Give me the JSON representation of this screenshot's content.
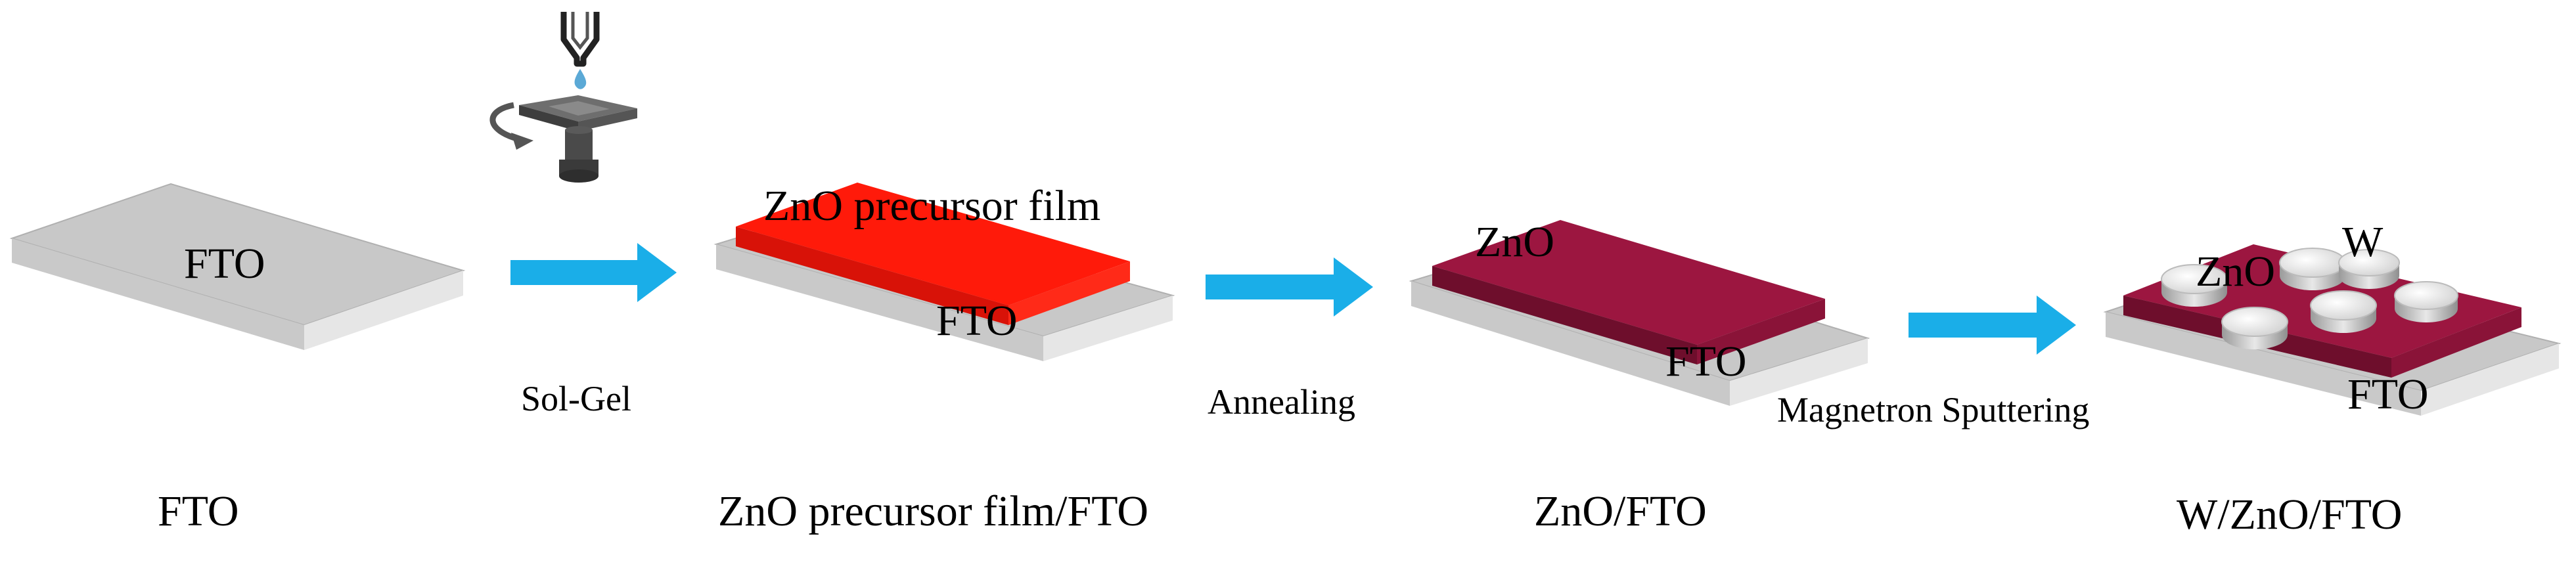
{
  "stages": [
    {
      "caption": "FTO",
      "layer_labels": [
        "FTO"
      ]
    },
    {
      "caption": "ZnO precursor film/FTO",
      "layer_labels": [
        "ZnO precursor film",
        "FTO"
      ]
    },
    {
      "caption": "ZnO/FTO",
      "layer_labels": [
        "ZnO",
        "FTO"
      ]
    },
    {
      "caption": "W/ZnO/FTO",
      "layer_labels": [
        "ZnO",
        "W",
        "FTO"
      ]
    }
  ],
  "steps": [
    {
      "label": "Sol-Gel"
    },
    {
      "label": "Annealing"
    },
    {
      "label": "Magnetron Sputtering"
    }
  ],
  "colors": {
    "fto_top": "#c8c8c8",
    "fto_side": "#e3e3e3",
    "precursor_film": "#ff1a0a",
    "zno_film": "#9c1640",
    "w_disc": "#e8e8e8",
    "arrow": "#1aaee8"
  },
  "icons": [
    "spin-coater-icon",
    "dropper-icon"
  ]
}
